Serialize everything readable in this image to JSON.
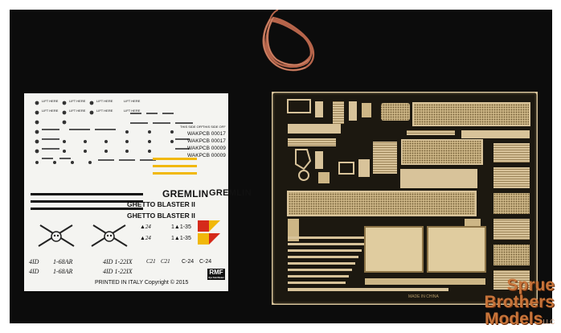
{
  "decal_sheet": {
    "title_right": "GREMLIN",
    "title_left": "GREMLIN",
    "name_line1": "GHETTO BLASTER II",
    "name_line2": "GHETTO BLASTER II",
    "serials": [
      "WAKPCB 00017",
      "WAKPCB 00017",
      "WAKPCB 00009",
      "WAKPCB 00009"
    ],
    "this_side_off": [
      "THIS SIDE OFF",
      "THIS SIDE OFF"
    ],
    "lift_here": [
      "LIFT HERE",
      "LIFT HERE",
      "LIFT HERE",
      "LIFT HERE",
      "LIFT HERE",
      "LIFT HERE",
      "LIFT HERE",
      "LIFT HERE"
    ],
    "unit_row1": [
      "4ID",
      "1-68AR"
    ],
    "unit_row2": [
      "4ID",
      "1-68AR"
    ],
    "unit_row3": [
      "4ID 1-22IX",
      "4ID 1-22IX"
    ],
    "codes_a": [
      "C21",
      "C21",
      "C-24",
      "C-24"
    ],
    "bumper_a": [
      "▲24",
      "▲24"
    ],
    "bumper_b": [
      "1▲1-35",
      "1▲1-35"
    ],
    "footer": "PRINTED IN ITALY  Copyright © 2015",
    "brand_logo": "RMF",
    "brand_sub": "Rye Field Model"
  },
  "fret": {
    "tiny_text": "MADE IN CHINA"
  },
  "watermark": {
    "line1": "Sprue",
    "line2": "Brothers",
    "line3": "Models",
    "suffix": "LLC"
  },
  "colors": {
    "background": "#0c0c0c",
    "decal_paper": "#f4f4f1",
    "decal_yellow": "#f1b80a",
    "decal_orange": "#c86a0a",
    "brass": "#d8c39a",
    "copper": "#b96a4a"
  }
}
